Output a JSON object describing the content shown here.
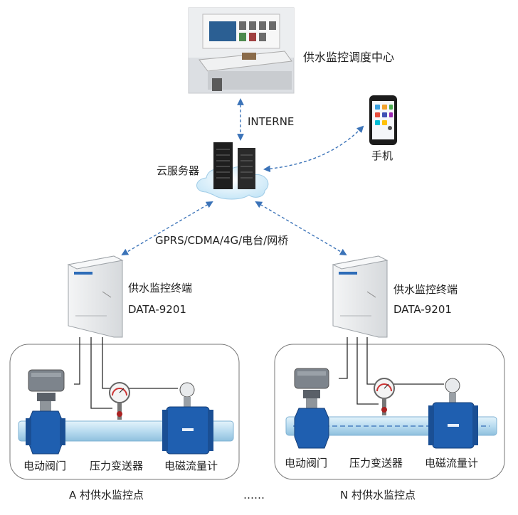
{
  "labels": {
    "center": "供水监控调度中心",
    "internet": "INTERNE",
    "cloud_server": "云服务器",
    "phone": "手机",
    "network": "GPRS/CDMA/4G/电台/网桥",
    "terminal_left_title": "供水监控终端",
    "terminal_left_model": "DATA-9201",
    "terminal_right_title": "供水监控终端",
    "terminal_right_model": "DATA-9201",
    "left": {
      "valve": "电动阀门",
      "pressure": "压力变送器",
      "flowmeter": "电磁流量计",
      "site": "A 村供水监控点"
    },
    "right": {
      "valve": "电动阀门",
      "pressure": "压力变送器",
      "flowmeter": "电磁流量计",
      "site": "N 村供水监控点"
    },
    "ellipsis": "……"
  },
  "colors": {
    "pipe": "#b9dcf0",
    "pipe_edge": "#7fb2d3",
    "device_blue": "#1f5fb0",
    "cabinet": "#e6e8ea",
    "arrow": "#3b73b8",
    "panel_border": "#777777"
  }
}
